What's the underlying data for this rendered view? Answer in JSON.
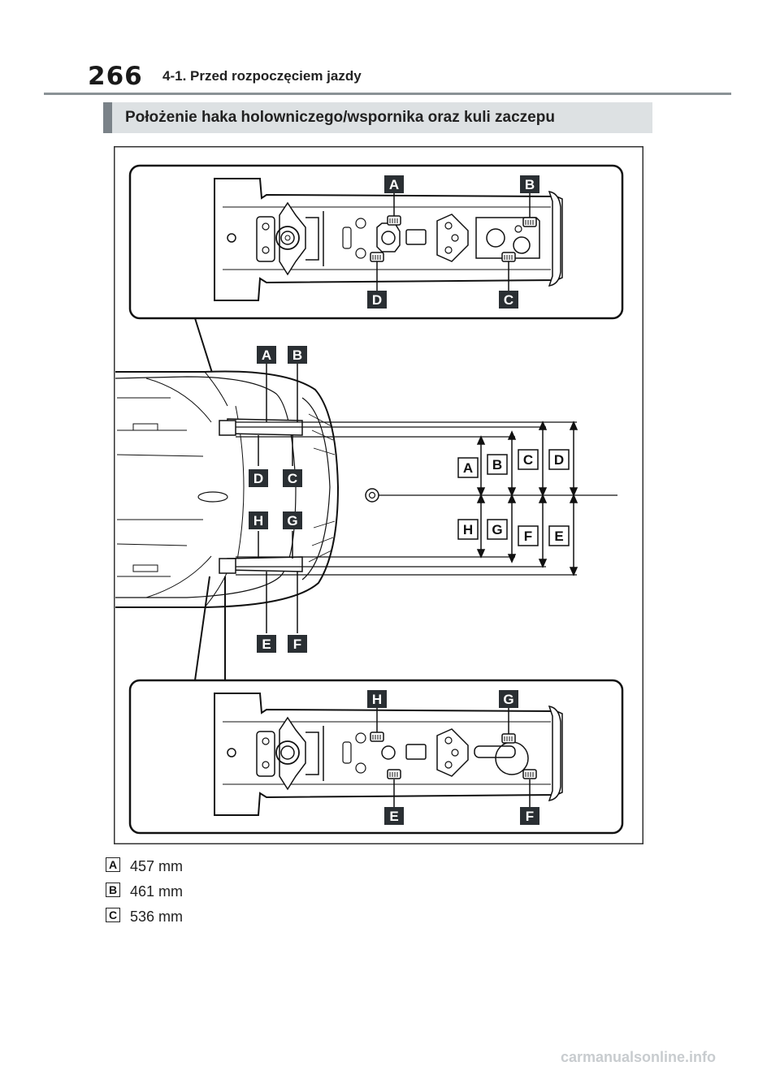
{
  "header": {
    "page_number": "266",
    "chapter_title": "4-1. Przed rozpoczęciem jazdy"
  },
  "section": {
    "title": "Położenie haka holowniczego/wspornika oraz kuli zaczepu"
  },
  "figure": {
    "top_detail_labels": [
      "A",
      "B",
      "D",
      "C"
    ],
    "middle_labels_upper": [
      "A",
      "B",
      "D",
      "C"
    ],
    "middle_labels_lower": [
      "H",
      "G",
      "E",
      "F"
    ],
    "dimension_labels_upper": [
      "A",
      "B",
      "C",
      "D"
    ],
    "dimension_labels_lower": [
      "H",
      "G",
      "F",
      "E"
    ],
    "bottom_detail_labels": [
      "H",
      "G",
      "E",
      "F"
    ]
  },
  "legend": [
    {
      "key": "A",
      "value": "457 mm"
    },
    {
      "key": "B",
      "value": "461 mm"
    },
    {
      "key": "C",
      "value": "536 mm"
    }
  ],
  "watermark": "carmanualsonline.info"
}
